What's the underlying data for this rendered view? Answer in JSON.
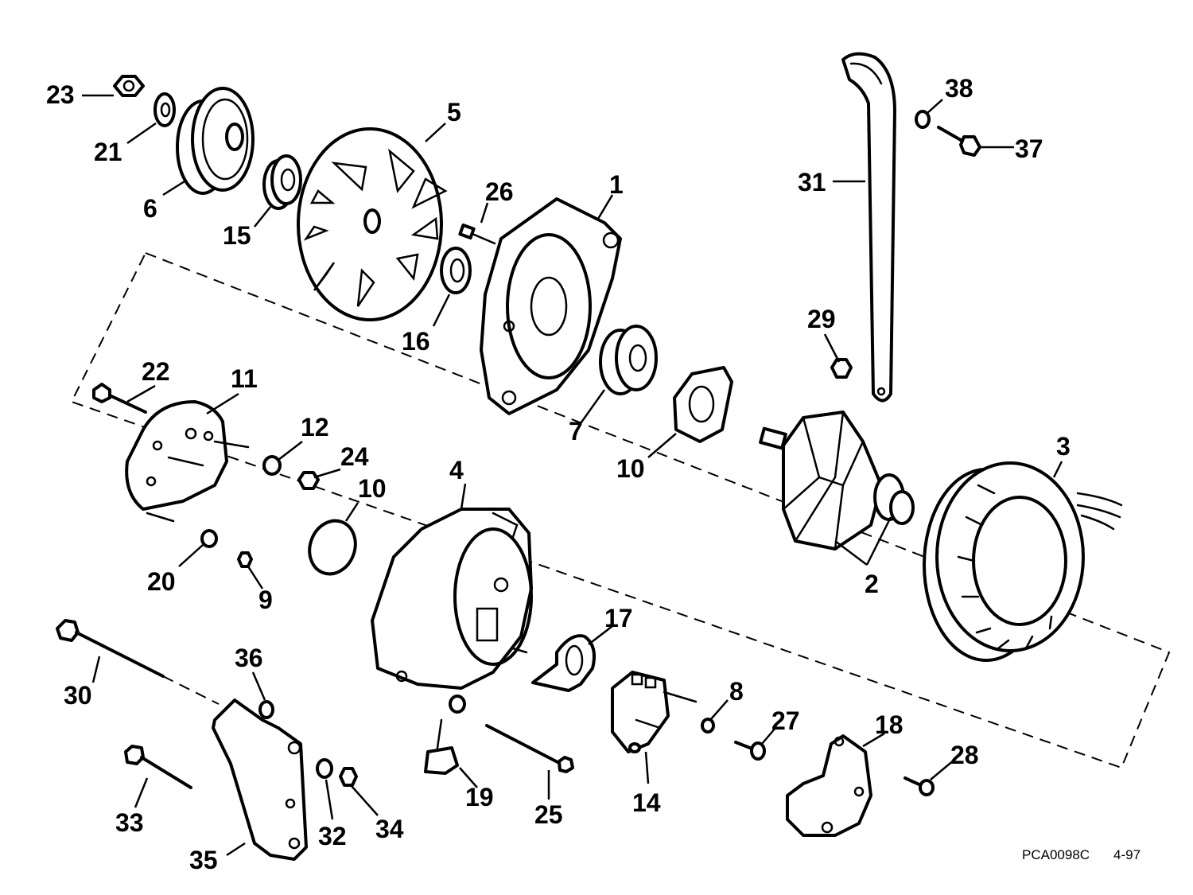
{
  "diagram": {
    "callouts": {
      "c1": "1",
      "c2": "2",
      "c3": "3",
      "c4": "4",
      "c5": "5",
      "c6": "6",
      "c7": "7",
      "c8": "8",
      "c9": "9",
      "c10a": "10",
      "c10b": "10",
      "c11": "11",
      "c12": "12",
      "c14": "14",
      "c15": "15",
      "c16": "16",
      "c17": "17",
      "c18": "18",
      "c19": "19",
      "c20": "20",
      "c21": "21",
      "c22": "22",
      "c23": "23",
      "c24": "24",
      "c25": "25",
      "c26": "26",
      "c27": "27",
      "c28": "28",
      "c29": "29",
      "c30": "30",
      "c31": "31",
      "c32": "32",
      "c33": "33",
      "c34": "34",
      "c35": "35",
      "c36": "36",
      "c37": "37",
      "c38": "38"
    },
    "drawing_code": "PCA0098C",
    "drawing_date": "4-97"
  }
}
